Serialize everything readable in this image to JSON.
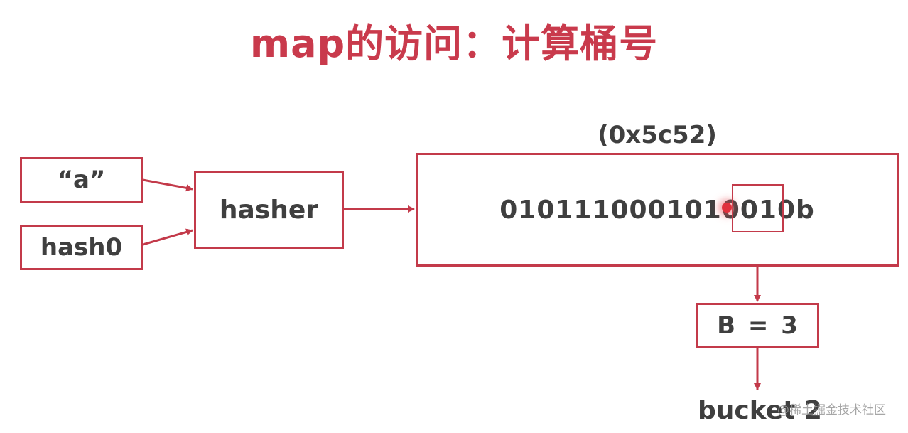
{
  "title": "map的访问：计算桶号",
  "inputs": {
    "key_label": "“a”",
    "seed_label": "hash0"
  },
  "hasher_label": "hasher",
  "hash_value": {
    "hex_label": "(0x5c52)",
    "binary_label": "0101110001010010b"
  },
  "b_label": "B = 3",
  "bucket_label": "bucket 2",
  "watermark": "@稀土掘金技术社区",
  "colors": {
    "accent": "#c33a4a",
    "title": "#c93a4c",
    "text": "#3f3f3f",
    "cursor": "#e0303c"
  }
}
